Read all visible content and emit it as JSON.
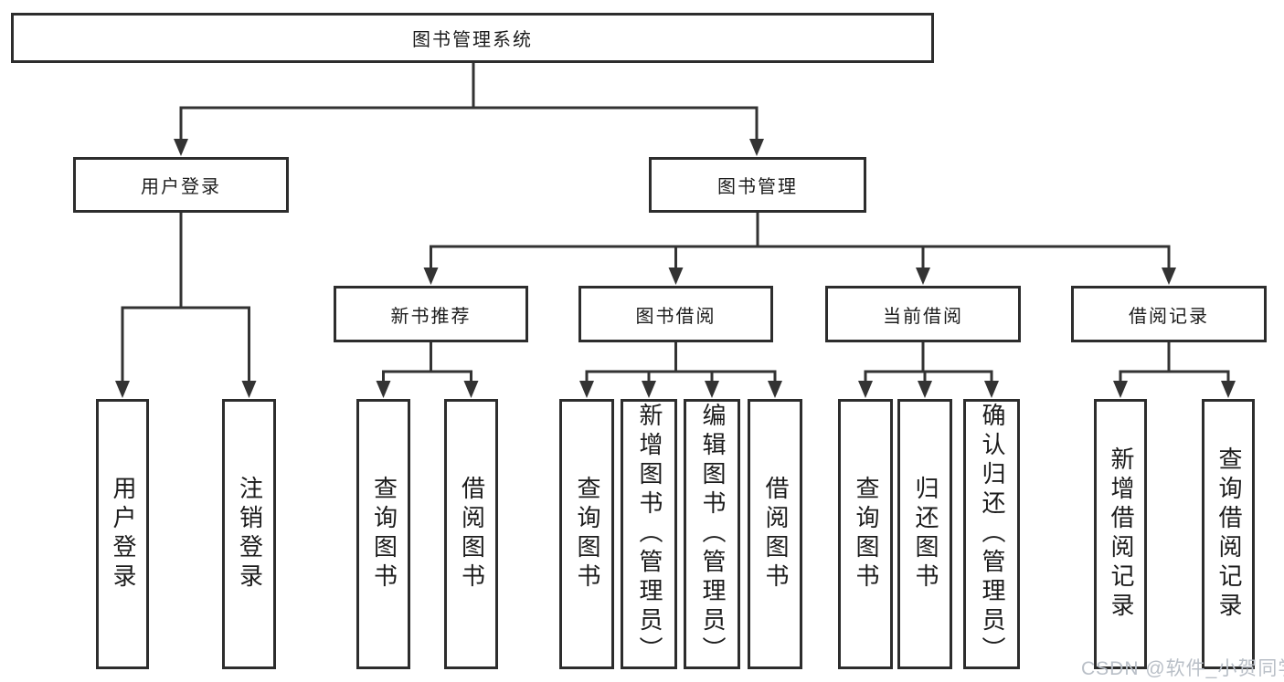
{
  "diagram_title": "图书管理系统",
  "watermark": "CSDN @软件_小贺同学",
  "colors": {
    "line": "#333333",
    "box_border": "#2d2d2d",
    "text": "#1c1c1c",
    "background": "#ffffff",
    "watermark": "#b9bfc7"
  },
  "nodes": {
    "root": {
      "label": "图书管理系统"
    },
    "user_login": {
      "label": "用户登录"
    },
    "book_mgmt": {
      "label": "图书管理"
    },
    "new_book_rec": {
      "label": "新书推荐"
    },
    "book_borrow": {
      "label": "图书借阅"
    },
    "current_borrow": {
      "label": "当前借阅"
    },
    "borrow_record": {
      "label": "借阅记录"
    }
  },
  "leaves": [
    {
      "parent": "用户登录",
      "label": "用户登录"
    },
    {
      "parent": "用户登录",
      "label": "注销登录"
    },
    {
      "parent": "新书推荐",
      "label": "查询图书"
    },
    {
      "parent": "新书推荐",
      "label": "借阅图书"
    },
    {
      "parent": "图书借阅",
      "label": "查询图书"
    },
    {
      "parent": "图书借阅",
      "label": "新增图书（管理员）"
    },
    {
      "parent": "图书借阅",
      "label": "编辑图书（管理员）"
    },
    {
      "parent": "图书借阅",
      "label": "借阅图书"
    },
    {
      "parent": "当前借阅",
      "label": "查询图书"
    },
    {
      "parent": "当前借阅",
      "label": "归还图书"
    },
    {
      "parent": "当前借阅",
      "label": "确认归还（管理员）"
    },
    {
      "parent": "借阅记录",
      "label": "新增借阅记录"
    },
    {
      "parent": "借阅记录",
      "label": "查询借阅记录"
    }
  ]
}
